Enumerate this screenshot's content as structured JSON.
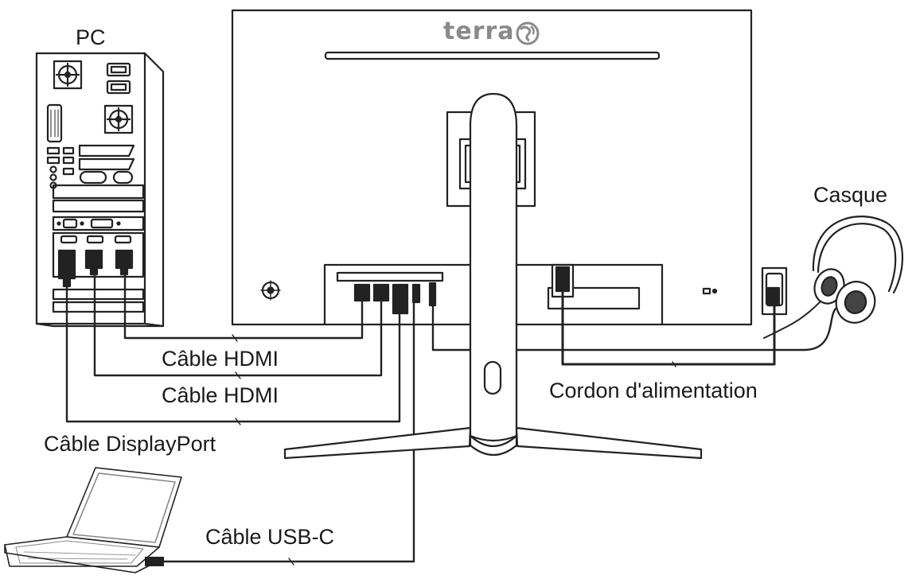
{
  "brand": "terra",
  "labels": {
    "pc": "PC",
    "headset": "Casque",
    "hdmi_1": "Câble HDMI",
    "hdmi_2": "Câble HDMI",
    "displayport": "Câble DisplayPort",
    "power": "Cordon d'alimentation",
    "usbc": "Câble USB-C"
  },
  "colors": {
    "line": "#222222",
    "panel": "#ffffff",
    "muted": "#8a8a8a",
    "background": "#ffffff"
  }
}
